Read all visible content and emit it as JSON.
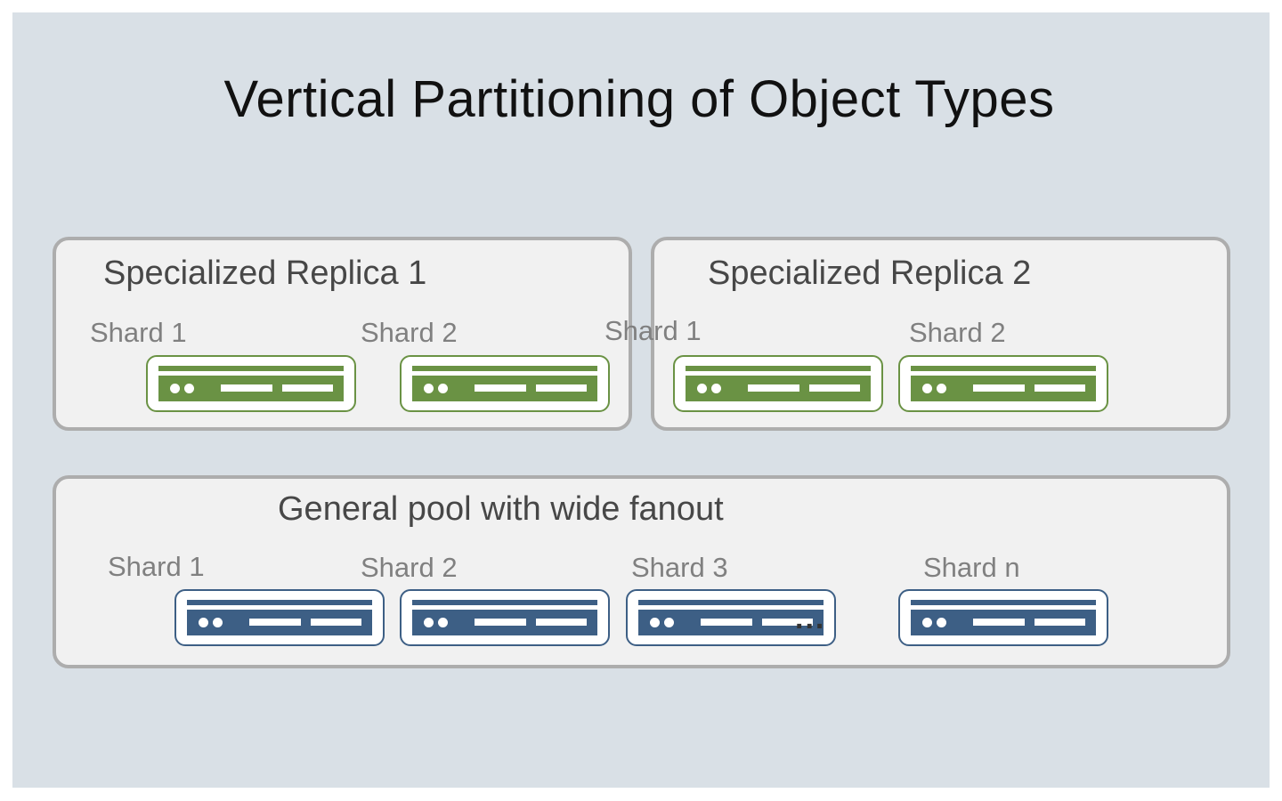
{
  "title": "Vertical Partitioning of Object Types",
  "colors": {
    "background": "#d9e0e6",
    "panel": "#f1f1f1",
    "panel_border": "#adadad",
    "specialized_server": "#6a9244",
    "general_server": "#3d5f85"
  },
  "replica1": {
    "title": "Specialized Replica 1",
    "shards": [
      {
        "label": "Shard 1",
        "icon": "server-icon"
      },
      {
        "label": "Shard 2",
        "icon": "server-icon"
      }
    ]
  },
  "replica2": {
    "title": "Specialized Replica 2",
    "shards": [
      {
        "label": "Shard 1",
        "icon": "server-icon"
      },
      {
        "label": "Shard 2",
        "icon": "server-icon"
      }
    ]
  },
  "general": {
    "title": "General pool with wide fanout",
    "shards": [
      {
        "label": "Shard 1",
        "icon": "server-icon"
      },
      {
        "label": "Shard 2",
        "icon": "server-icon"
      },
      {
        "label": "Shard 3",
        "icon": "server-icon"
      },
      {
        "label": "Shard n",
        "icon": "server-icon"
      }
    ],
    "ellipsis": "..."
  }
}
